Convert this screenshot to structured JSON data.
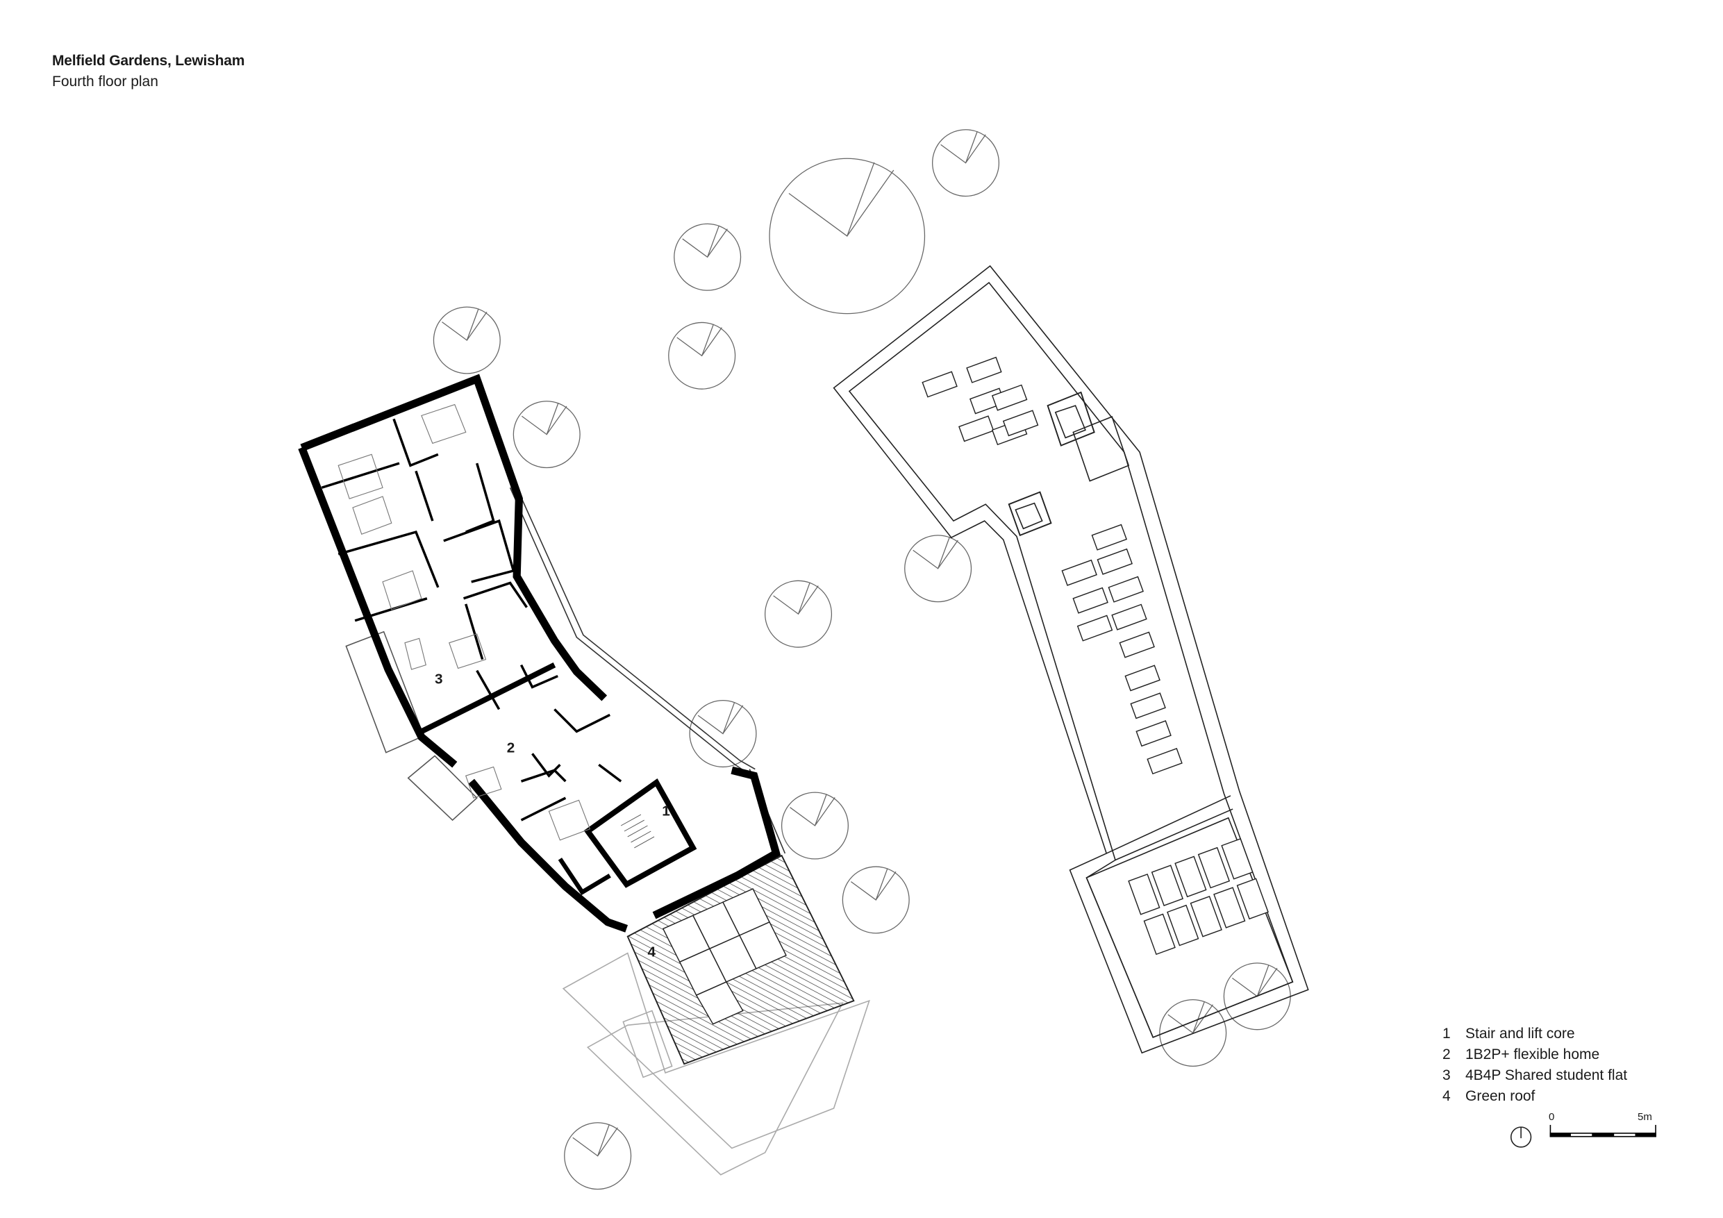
{
  "header": {
    "title": "Melfield Gardens, Lewisham",
    "subtitle": "Fourth floor plan"
  },
  "plan_labels": [
    "1",
    "2",
    "3",
    "4"
  ],
  "legend": [
    {
      "num": "1",
      "text": "Stair and lift core"
    },
    {
      "num": "2",
      "text": "1B2P+ flexible home"
    },
    {
      "num": "3",
      "text": "4B4P Shared student flat"
    },
    {
      "num": "4",
      "text": "Green roof"
    }
  ],
  "scale_bar": {
    "start_label": "0",
    "end_label": "5m"
  },
  "icons": {
    "north": "north-arrow-icon"
  }
}
